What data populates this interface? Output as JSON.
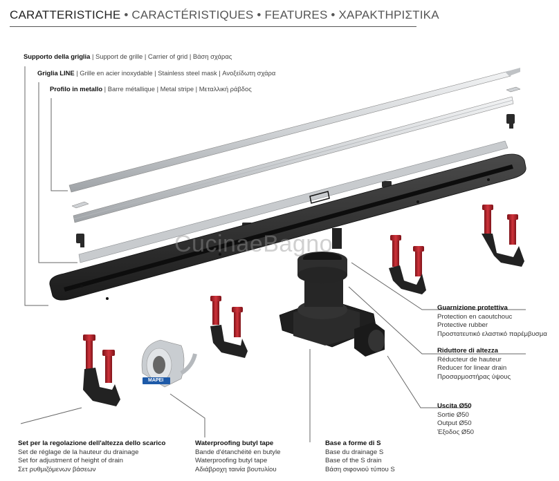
{
  "header": {
    "first": "CARATTERISTICHE",
    "rest": " • CARACTÉRISTIQUES • FEATURES • ΧΑΡΑΚΤΗΡΙΣΤΙΚΑ"
  },
  "top_labels": {
    "support": {
      "main": "Supporto della griglia",
      "rest": " | Support de grille | Carrier of grid | Βάση σχάρας"
    },
    "grid": {
      "main": "Griglia LINE",
      "rest": " | Grille en acier inoxydable | Stainless steel mask | Ανοξείδωτη σχάρα"
    },
    "profile": {
      "main": "Profilo in metallo",
      "rest": " | Barre métallique | Metal stripe | Μεταλλική ράβδος"
    }
  },
  "right_labels": {
    "gasket": [
      "Guarnizione protettiva",
      "Protection en caoutchouc",
      "Protective rubber",
      "Προστατευτικό ελαστικό παρέμβυσμα"
    ],
    "reducer": [
      "Riduttore di altezza",
      "Réducteur de hauteur",
      "Reducer for linear drain",
      "Προσαρμοστήρας ύψους"
    ],
    "outlet": [
      "Uscita Ø50",
      "Sortie Ø50",
      "Output Ø50",
      "Έξοδος Ø50"
    ]
  },
  "bottom_labels": {
    "height_set": [
      "Set per la regolazione dell'altezza dello scarico",
      "Set de réglage de la hauteur du drainage",
      "Set for adjustment of height of drain",
      "Σετ ρυθμιζόμενων βάσεων"
    ],
    "butyl": [
      "Waterproofing butyl tape",
      "Bande d'étanchéité en butyle",
      "Waterproofing butyl tape",
      "Αδιάβροχη ταινία βουτυλίου"
    ],
    "base": [
      "Base a forme di S",
      "Base du drainage S",
      "Base of the S drain",
      "Βάση σιφονιού τύπου S"
    ]
  },
  "brand": "MAPEI",
  "watermark": "CucinaeBagno",
  "colors": {
    "metal": "#d8dadc",
    "plastic": "#2b2b2b",
    "screw_red": "#b3202a",
    "leader": "#666666"
  }
}
